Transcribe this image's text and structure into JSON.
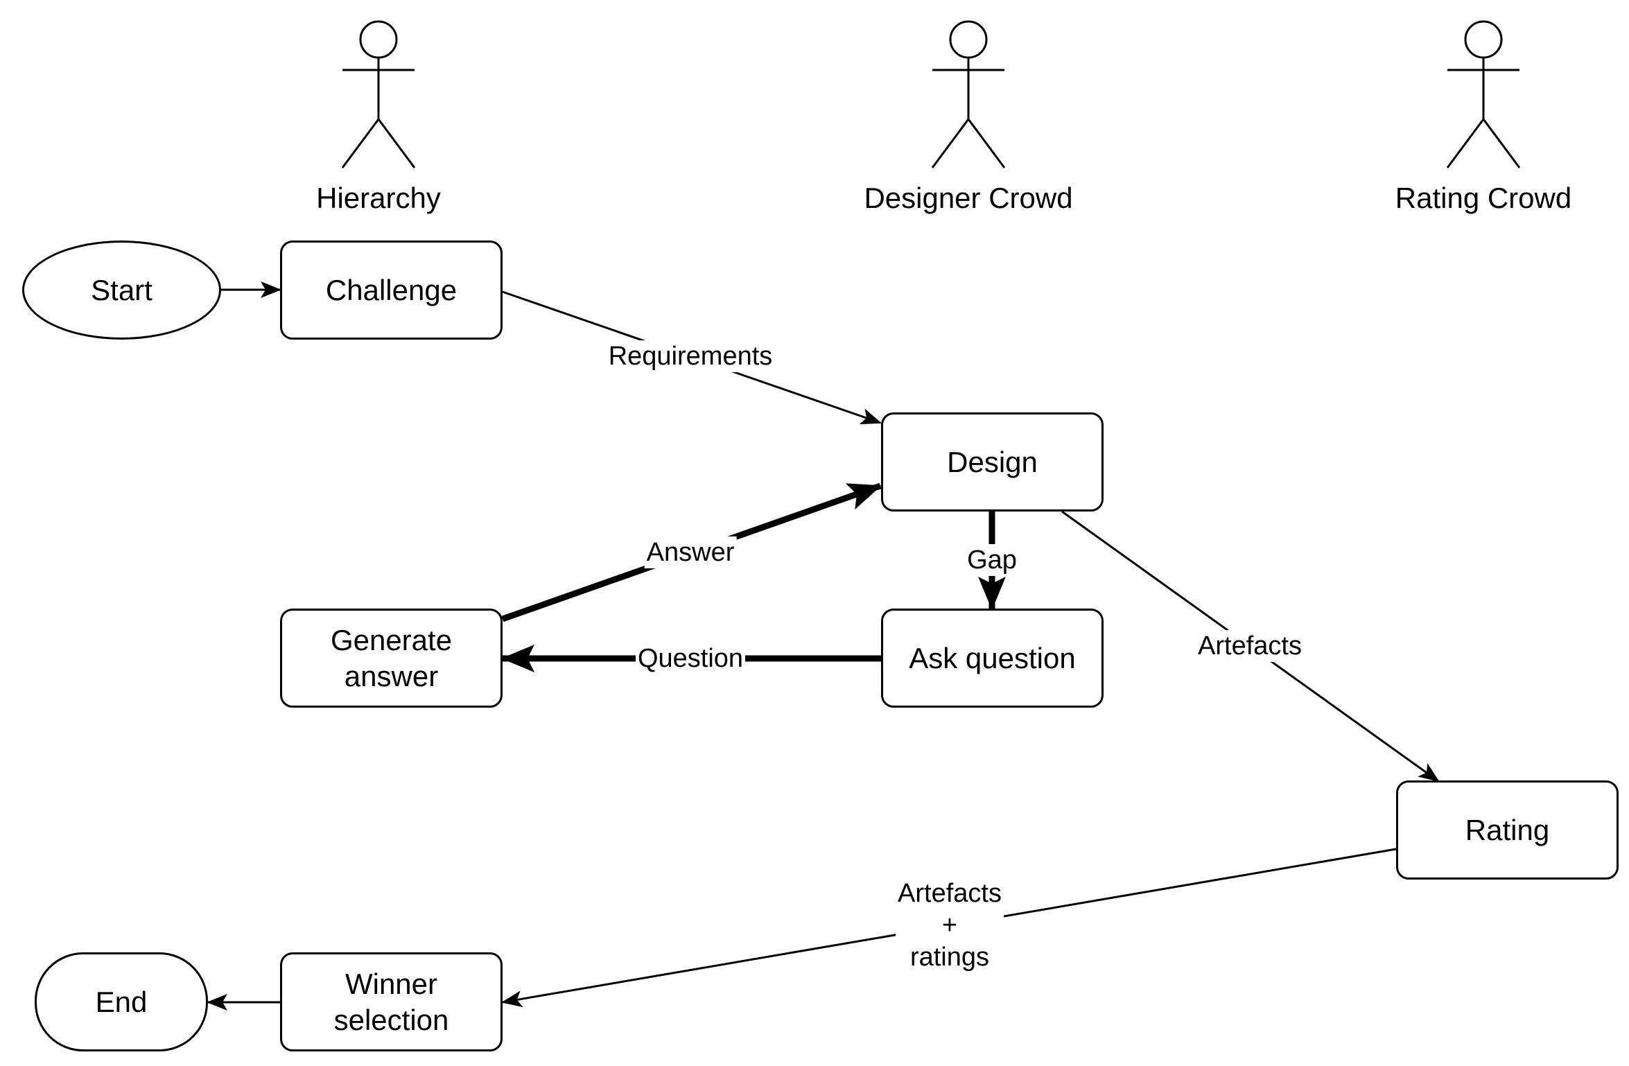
{
  "actors": [
    {
      "label": "Hierarchy",
      "icon": "actor-icon"
    },
    {
      "label": "Designer Crowd",
      "icon": "actor-icon"
    },
    {
      "label": "Rating Crowd",
      "icon": "actor-icon"
    }
  ],
  "nodes": {
    "start": "Start",
    "challenge": "Challenge",
    "design": "Design",
    "generate_answer": "Generate\nanswer",
    "ask_question": "Ask question",
    "rating": "Rating",
    "winner_selection": "Winner\nselection",
    "end": "End"
  },
  "edges": {
    "requirements": "Requirements",
    "answer": "Answer",
    "gap": "Gap",
    "question": "Question",
    "artefacts": "Artefacts",
    "artefacts_ratings": "Artefacts\n+\nratings"
  },
  "colors": {
    "stroke": "#000000",
    "fill": "#ffffff"
  }
}
